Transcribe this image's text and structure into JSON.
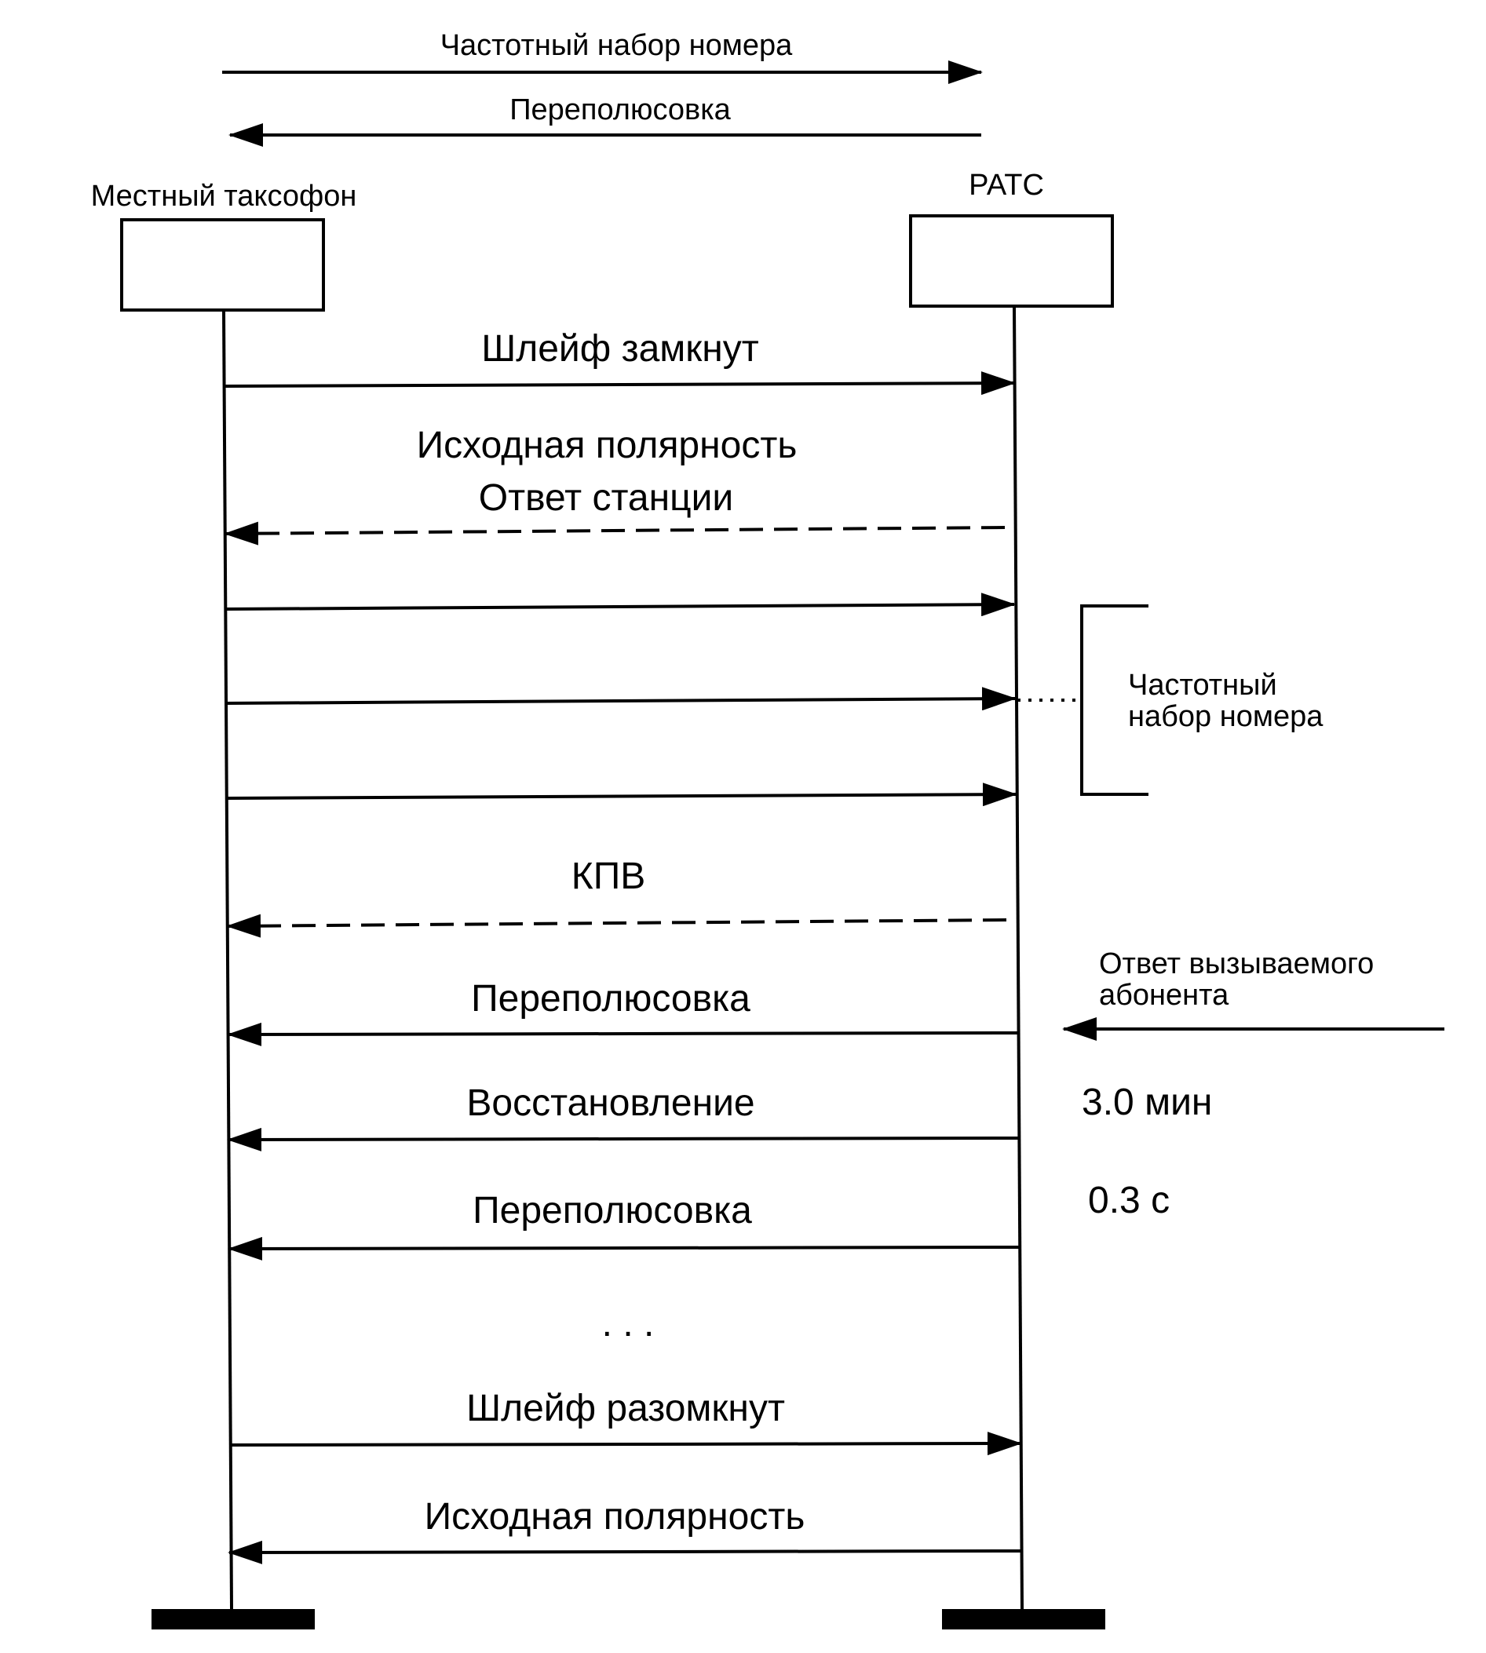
{
  "legend": {
    "dtmf_arrow_label": "Частотный набор номера",
    "reversal_arrow_label": "Переполюсовка"
  },
  "entities": {
    "left": "Местный таксофон",
    "right": "РАТС"
  },
  "messages": {
    "loop_closed": "Шлейф замкнут",
    "initial_polarity": "Исходная полярность",
    "station_answer": "Ответ станции",
    "ringback": "КПВ",
    "reversal_1": "Переполюсовка",
    "restore": "Восстановление",
    "reversal_2": "Переполюсовка",
    "ellipsis": ". . .",
    "loop_open": "Шлейф разомкнут",
    "initial_polarity_end": "Исходная полярность"
  },
  "annotations": {
    "dtmf_group_line1": "Частотный",
    "dtmf_group_line2": "набор номера",
    "callee_answer_line1": "Ответ вызываемого",
    "callee_answer_line2": "абонента",
    "duration_restore": "3.0 мин",
    "duration_reversal": "0.3 с"
  },
  "colors": {
    "ink": "#000000",
    "background": "#ffffff"
  }
}
